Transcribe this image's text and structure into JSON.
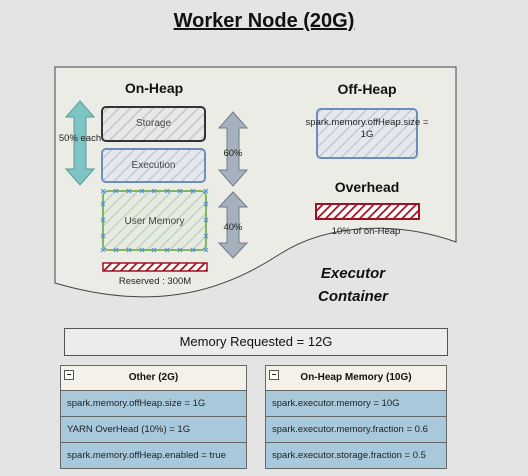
{
  "title": "Worker Node (20G)",
  "on_heap": {
    "heading": "On-Heap",
    "storage_label": "Storage",
    "execution_label": "Execution",
    "user_memory_label": "User Memory",
    "fifty_each": "50% each",
    "sixty_pct": "60%",
    "forty_pct": "40%",
    "reserved_label": "Reserved : 300M"
  },
  "off_heap": {
    "heading": "Off-Heap",
    "box_label": "spark.memory.offHeap.size = 1G"
  },
  "overhead": {
    "heading": "Overhead",
    "caption": "10% of on-Heap"
  },
  "executor": {
    "line1": "Executor",
    "line2": "Container"
  },
  "memory_requested": "Memory Requested = 12G",
  "panels": {
    "other": {
      "title": "Other (2G)",
      "rows": [
        "spark.memory.offHeap.size = 1G",
        "YARN OverHead (10%) = 1G",
        "spark.memory.offHeap.enabled = true"
      ]
    },
    "on_heap_memory": {
      "title": "On-Heap Memory (10G)",
      "rows": [
        "spark.executor.memory = 10G",
        "spark.executor.memory.fraction = 0.6",
        "spark.executor.storage.fraction = 0.5"
      ]
    }
  },
  "colors": {
    "reserved": "#a01020",
    "storage_border": "#333333",
    "execution_border": "#6c8ebf",
    "user_border": "#82b366",
    "teal_arrow": "#7ec4c4",
    "gray_arrow": "#a5b2be",
    "row_fill": "#a8c8dc"
  }
}
